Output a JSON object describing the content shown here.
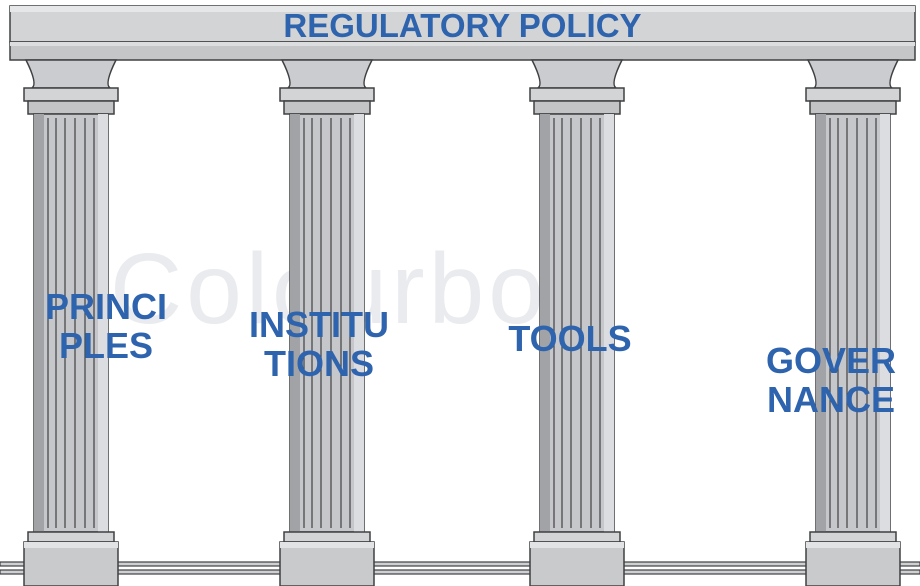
{
  "diagram": {
    "title": "REGULATORY POLICY",
    "pillars": [
      {
        "label_lines": [
          "PRINCI",
          "PLES"
        ]
      },
      {
        "label_lines": [
          "INSTITU",
          "TIONS"
        ]
      },
      {
        "label_lines": [
          "TOOLS"
        ]
      },
      {
        "label_lines": [
          "GOVER",
          "NANCE"
        ]
      }
    ],
    "watermark": "Colourbox",
    "colors": {
      "text": "#2e63ad",
      "stone": "#c9cacc",
      "stone_light": "#e4e5e7",
      "stone_dark": "#7d7e80",
      "outline": "#3f4042"
    }
  }
}
